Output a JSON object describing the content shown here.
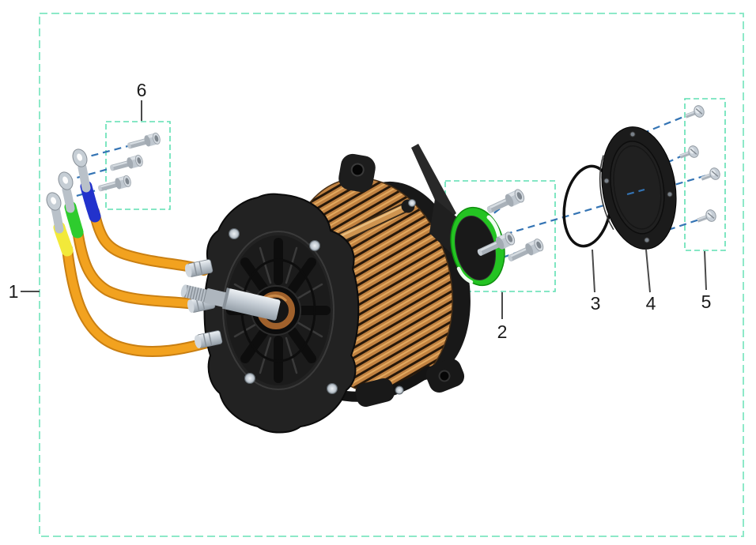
{
  "diagram": {
    "type": "exploded-parts-diagram",
    "callouts": [
      {
        "label": "1"
      },
      {
        "label": "2"
      },
      {
        "label": "3"
      },
      {
        "label": "4"
      },
      {
        "label": "5"
      },
      {
        "label": "6"
      }
    ]
  },
  "colors": {
    "border_mint": "#8DE9C8",
    "box_mint": "#5FDFB2",
    "leader_blue": "#3474B4",
    "callout_gray": "#4a4a4a",
    "number_ink": "#1a1a1a",
    "cable_orange": "#F2A21F",
    "cable_orange_dark": "#C97F12",
    "sleeve_yellow": "#F2E93A",
    "sleeve_green": "#2ECC2E",
    "sleeve_blue": "#2232CC",
    "gasket_green": "#24C322",
    "fin_copper": "#C08140",
    "motor_black": "#1F1F1F",
    "metal_silver": "#C3CBD3"
  }
}
